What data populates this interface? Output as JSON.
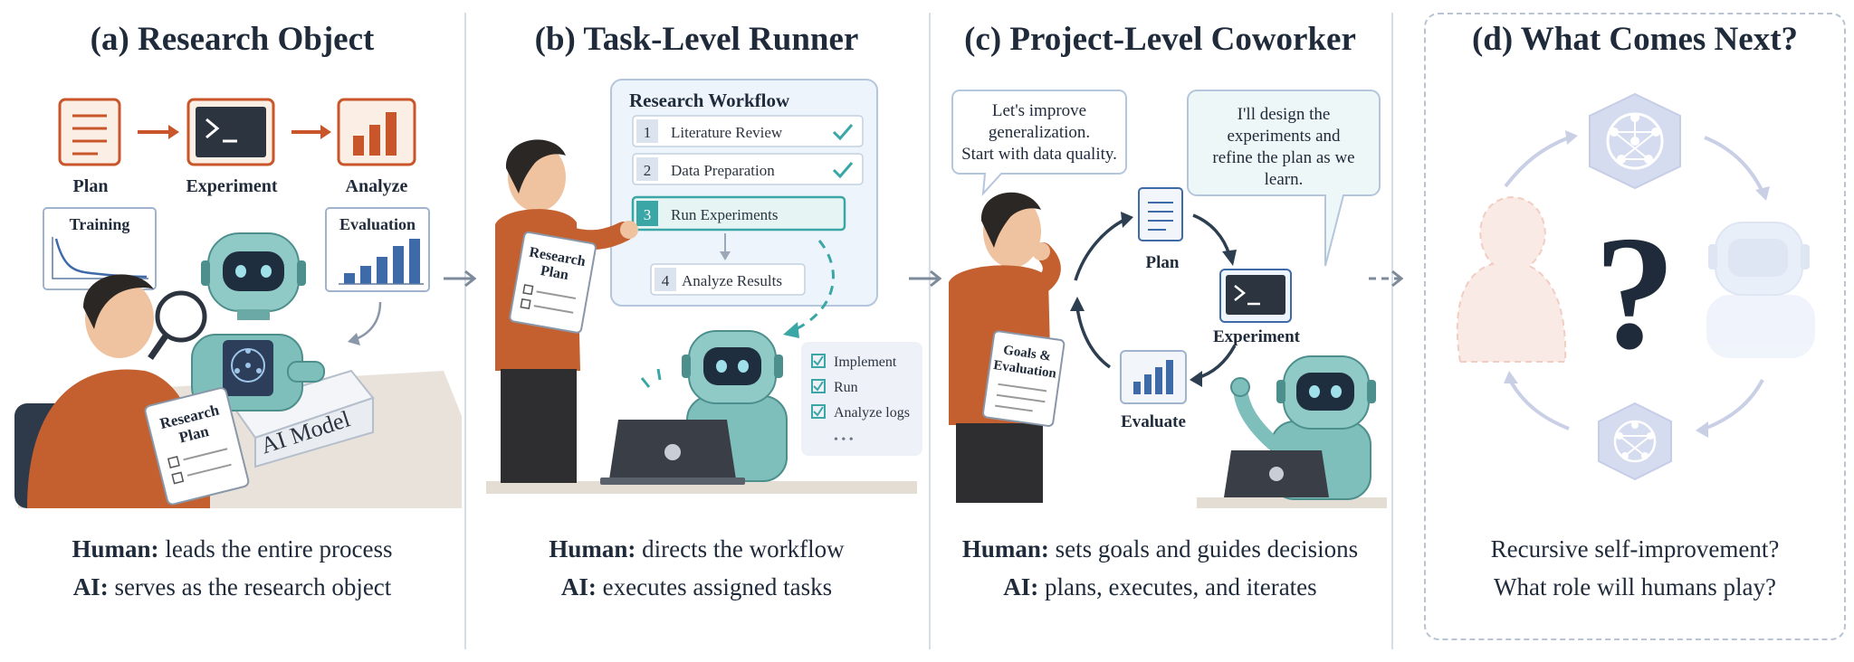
{
  "panels": [
    {
      "title": "(a) Research Object",
      "steps": [
        "Plan",
        "Experiment",
        "Analyze"
      ],
      "cards": {
        "training": "Training",
        "evaluation": "Evaluation"
      },
      "doc": {
        "line1": "Research",
        "line2": "Plan"
      },
      "box_label": "AI Model",
      "human_label": "Human:",
      "human_text": " leads the entire process",
      "ai_label": "AI:",
      "ai_text": " serves as the research object"
    },
    {
      "title": "(b) Task-Level Runner",
      "workflow_title": "Research Workflow",
      "workflow": [
        {
          "num": "1",
          "label": "Literature Review"
        },
        {
          "num": "2",
          "label": "Data Preparation"
        },
        {
          "num": "3",
          "label": "Run Experiments"
        },
        {
          "num": "4",
          "label": "Analyze Results"
        }
      ],
      "doc": {
        "line1": "Research",
        "line2": "Plan"
      },
      "checklist": [
        "Implement",
        "Run",
        "Analyze logs",
        "• • •"
      ],
      "human_label": "Human:",
      "human_text": " directs the workflow",
      "ai_label": "AI:",
      "ai_text": " executes assigned tasks"
    },
    {
      "title": "(c) Project-Level Coworker",
      "bubble_human": [
        "Let's improve",
        "generalization.",
        "Start with data quality."
      ],
      "bubble_ai": [
        "I'll design the",
        "experiments and",
        "refine the plan as we",
        "learn."
      ],
      "cycle": [
        "Plan",
        "Experiment",
        "Evaluate"
      ],
      "doc": {
        "line1": "Goals &",
        "line2": "Evaluation"
      },
      "human_label": "Human:",
      "human_text": " sets goals and guides decisions",
      "ai_label": "AI:",
      "ai_text": " plans, executes, and iterates"
    },
    {
      "title": "(d) What Comes Next?",
      "symbol": "?",
      "line1": "Recursive self-improvement?",
      "line2": "What role will humans play?"
    }
  ]
}
